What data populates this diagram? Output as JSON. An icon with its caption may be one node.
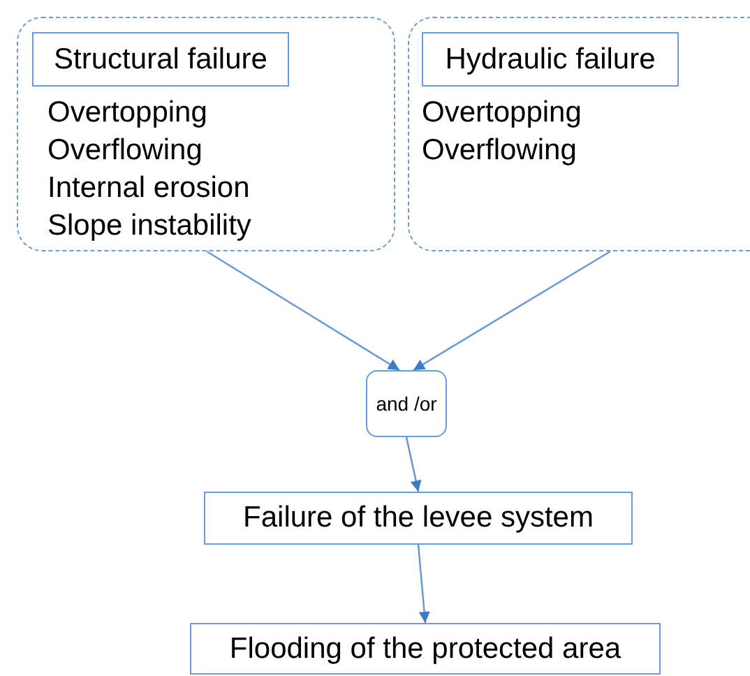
{
  "diagram": {
    "nodes": [
      {
        "text": [
          "Overtopping",
          "Overflowing",
          "Internal erosion",
          "Slope instability"
        ]
      },
      {
        "text": [
          "Structural failure"
        ],
        "in": 0
      },
      {
        "text": [
          "Overtopping",
          "Overflowing"
        ]
      },
      {
        "text": [
          "Hydraulic failure"
        ],
        "in": 2
      },
      {
        "text": [
          "and /or"
        ]
      },
      {
        "text": [
          "Failure of the levee system"
        ]
      },
      {
        "text": [
          "Flooding of the protected area"
        ]
      }
    ],
    "edges": [
      {
        "from": 0,
        "to": 4,
        "arrow": "to"
      },
      {
        "from": 2,
        "to": 4,
        "arrow": "to"
      },
      {
        "from": 4,
        "to": 5,
        "arrow": "to"
      },
      {
        "from": 5,
        "to": 6,
        "arrow": "to"
      }
    ]
  }
}
